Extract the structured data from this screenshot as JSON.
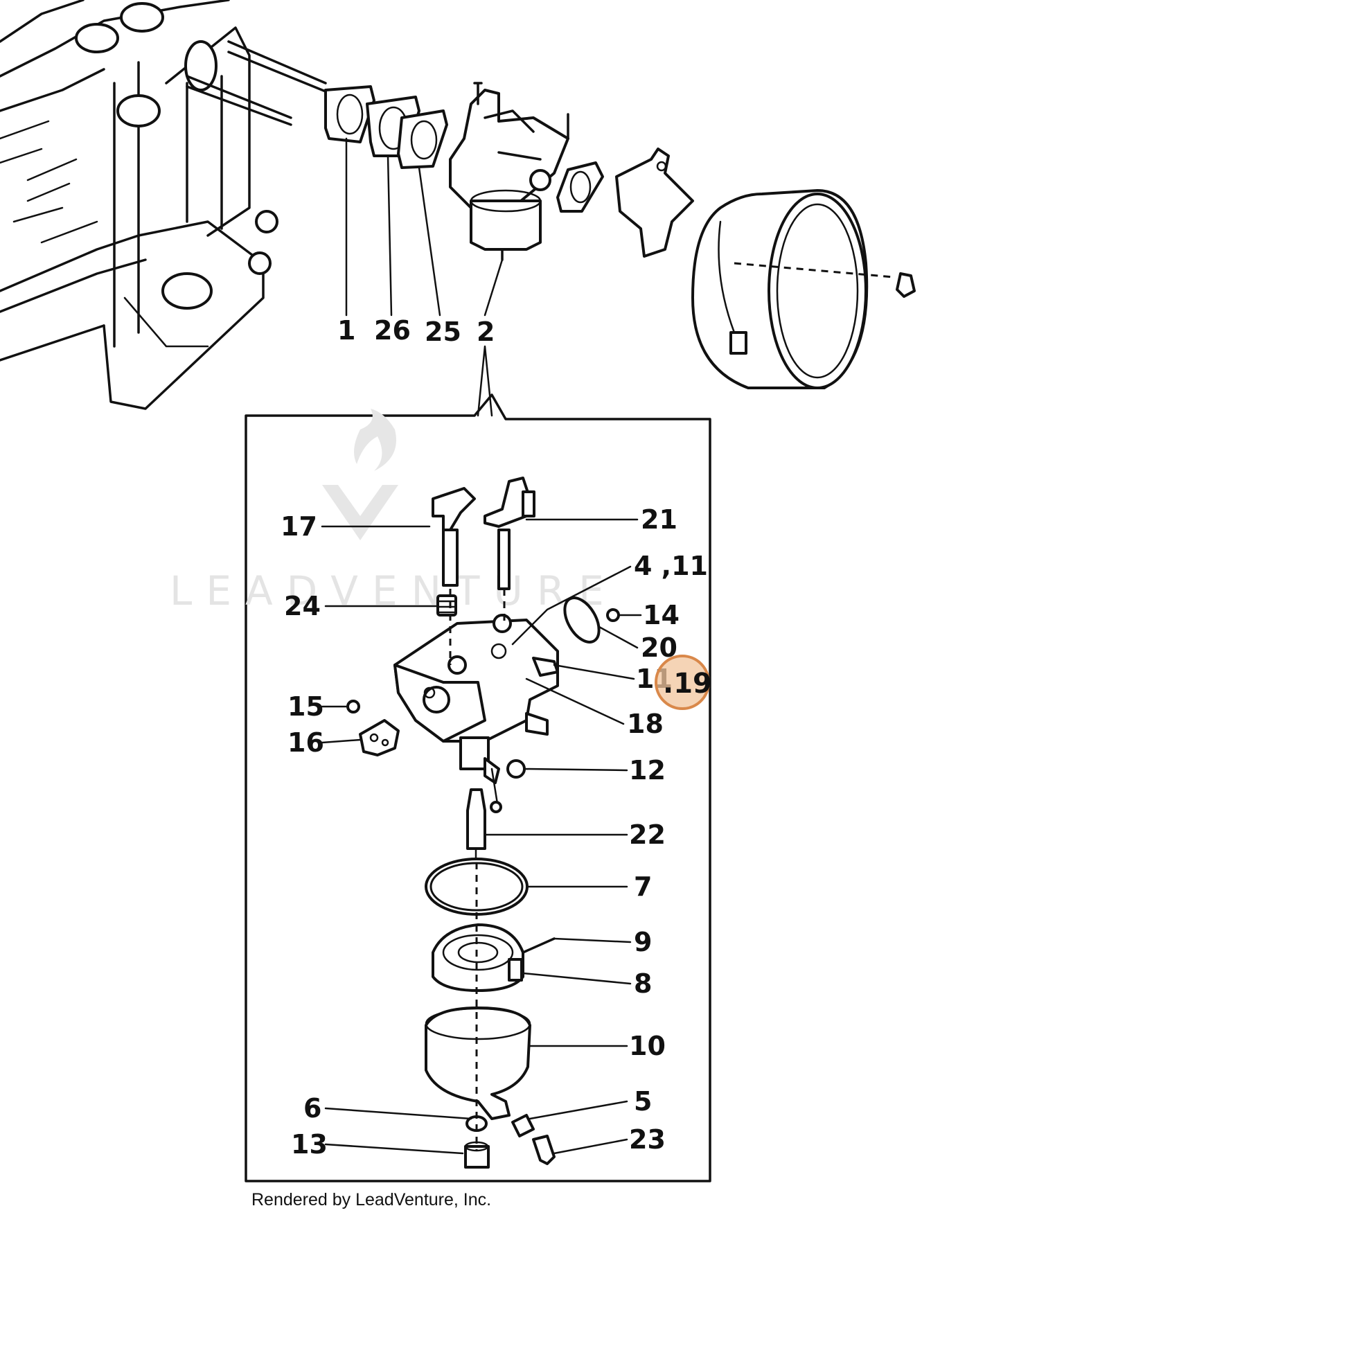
{
  "watermark": {
    "text": "LEADVENTURE"
  },
  "credit": "Rendered by LeadVenture, Inc.",
  "highlight": {
    "label": "19",
    "color": "#d9884a",
    "fill": "#f2c59d"
  },
  "callouts_top": [
    "1",
    "26",
    "25",
    "2"
  ],
  "callouts_detail": {
    "c17": "17",
    "c21": "21",
    "c4_11": "4 ,11",
    "c24": "24",
    "c14": "14",
    "c20": "20",
    "c11": "11",
    "c15": "15",
    "c16": "16",
    "c18": "18",
    "c12": "12",
    "c22": "22",
    "c7": "7",
    "c9": "9",
    "c8": "8",
    "c10": "10",
    "c6": "6",
    "c5": "5",
    "c13": "13",
    "c23": "23"
  }
}
